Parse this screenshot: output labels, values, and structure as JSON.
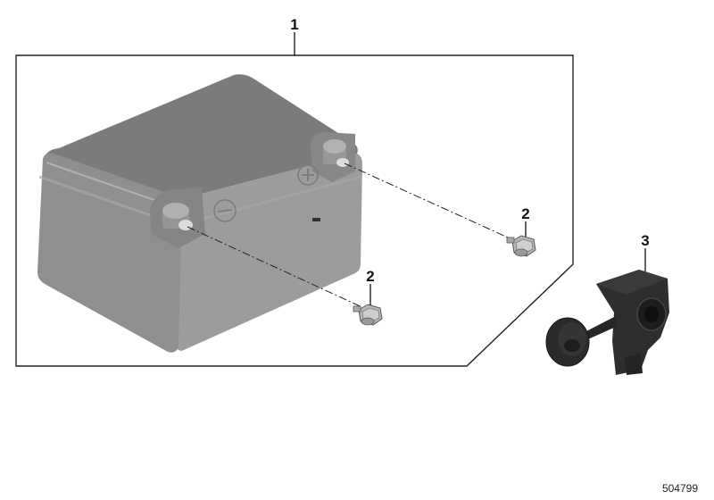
{
  "callouts": {
    "battery": "1",
    "bolt_right": "2",
    "bolt_left": "2",
    "terminal_cover": "3"
  },
  "figure_id": "504799",
  "colors": {
    "battery_body": "#8d8d8d",
    "battery_top": "#7a7a7a",
    "battery_side": "#9a9a9a",
    "bolt": "#b4b4b4",
    "cover": "#2b2b2b",
    "lines": "#222222"
  }
}
